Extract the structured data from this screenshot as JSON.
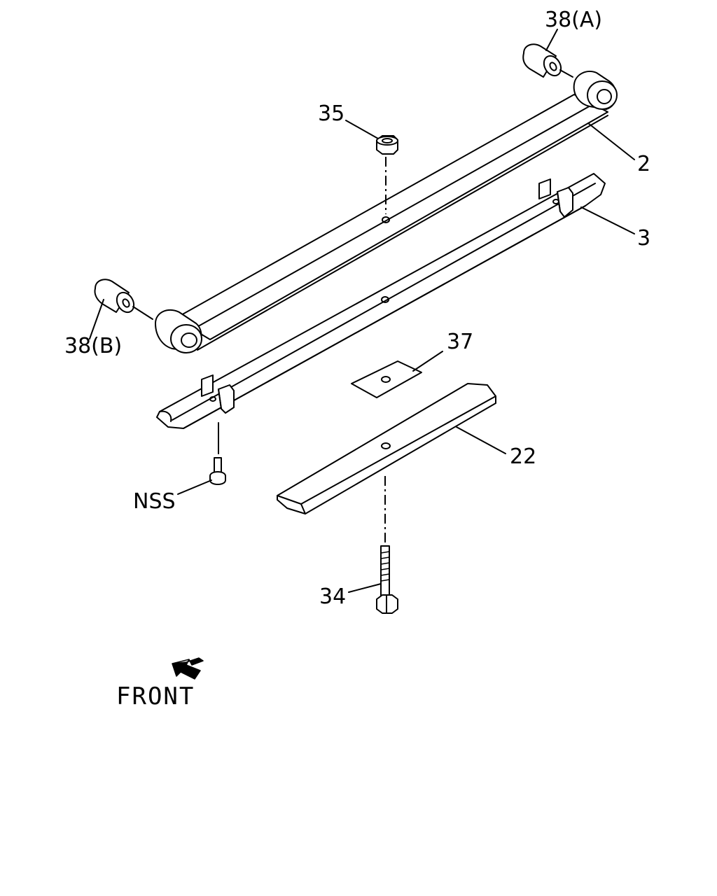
{
  "callouts": {
    "c38a": "38(A)",
    "c35": "35",
    "c2": "2",
    "c3": "3",
    "c38b": "38(B)",
    "c37": "37",
    "c22": "22",
    "nss": "NSS",
    "c34": "34"
  },
  "direction": {
    "front_label": "FRONT",
    "icon": "front-arrow-icon"
  }
}
